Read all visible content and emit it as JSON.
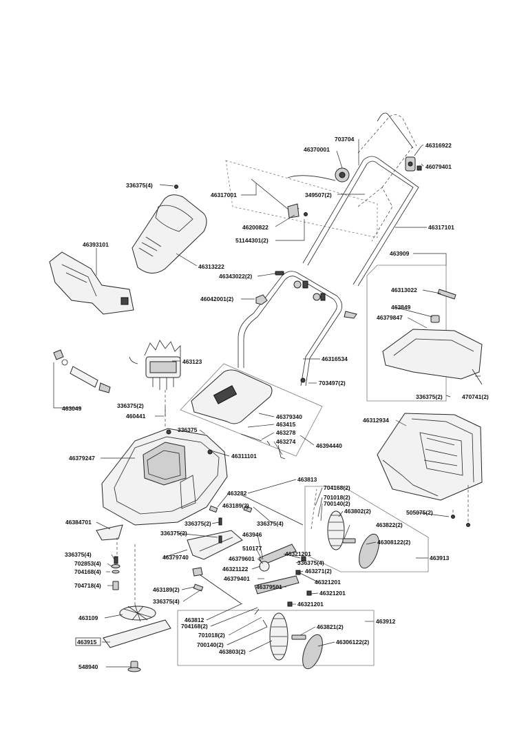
{
  "labels": {
    "p703704": "703704",
    "p46370001": "46370001",
    "p46316922": "46316922",
    "p46079401": "46079401",
    "p336375_4_a": "336375(4)",
    "p46317001": "46317001",
    "p349507_2": "349507(2)",
    "p46200822": "46200822",
    "p51144301_2": "51144301(2)",
    "p46317101": "46317101",
    "p46393101": "46393101",
    "p46313222": "46313222",
    "p463909": "463909",
    "p46343022_2": "46343022(2)",
    "p46313022": "46313022",
    "p46042001_2": "46042001(2)",
    "p463849": "463849",
    "p46379847": "46379847",
    "p463123": "463123",
    "p46316534": "46316534",
    "p463049": "463049",
    "p703497_2": "703497(2)",
    "p336375_2_a": "336375(2)",
    "p470741_2": "470741(2)",
    "p336375_2_b": "336375(2)",
    "p460441": "460441",
    "p46379340": "46379340",
    "p46312934": "46312934",
    "p463415": "463415",
    "p336375_a": "336375",
    "p463278": "463278",
    "p463274": "463274",
    "p46394440": "46394440",
    "p46379247": "46379247",
    "p46311101": "46311101",
    "p463813": "463813",
    "p704168_2_a": "704168(2)",
    "p701018_2_a": "701018(2)",
    "p463282": "463282",
    "p700140_2_a": "700140(2)",
    "p463189_2_a": "463189(2)",
    "p463802_2": "463802(2)",
    "p505075_2": "505075(2)",
    "p46384701": "46384701",
    "p336375_2_c": "336375(2)",
    "p336375_4_b": "336375(4)",
    "p463822_2": "463822(2)",
    "p336375_2_d": "336375(2)",
    "p463946": "463946",
    "p46308122_2": "46308122(2)",
    "p510177": "510177",
    "p336375_4_c": "336375(4)",
    "p46379740": "46379740",
    "p46379601": "46379601",
    "p46321201_a": "46321201",
    "p463913": "463913",
    "p702853_4": "702853(4)",
    "p336375_4_d": "336375(4)",
    "p46321122": "46321122",
    "p463271_2": "463271(2)",
    "p704168_4": "704168(4)",
    "p46379401": "46379401",
    "p46321201_b": "46321201",
    "p704718_4": "704718(4)",
    "p46379501": "46379501",
    "p46321201_c": "46321201",
    "p463189_2_b": "463189(2)",
    "p336375_4_e": "336375(4)",
    "p46321201_d": "46321201",
    "p463109": "463109",
    "p463812": "463812",
    "p704168_2_b": "704168(2)",
    "p463912": "463912",
    "p701018_2_b": "701018(2)",
    "p463821_2": "463821(2)",
    "p463915": "463915",
    "p700140_2_b": "700140(2)",
    "p46306122_2": "46306122(2)",
    "p463803_2": "463803(2)",
    "p548940": "548940"
  }
}
